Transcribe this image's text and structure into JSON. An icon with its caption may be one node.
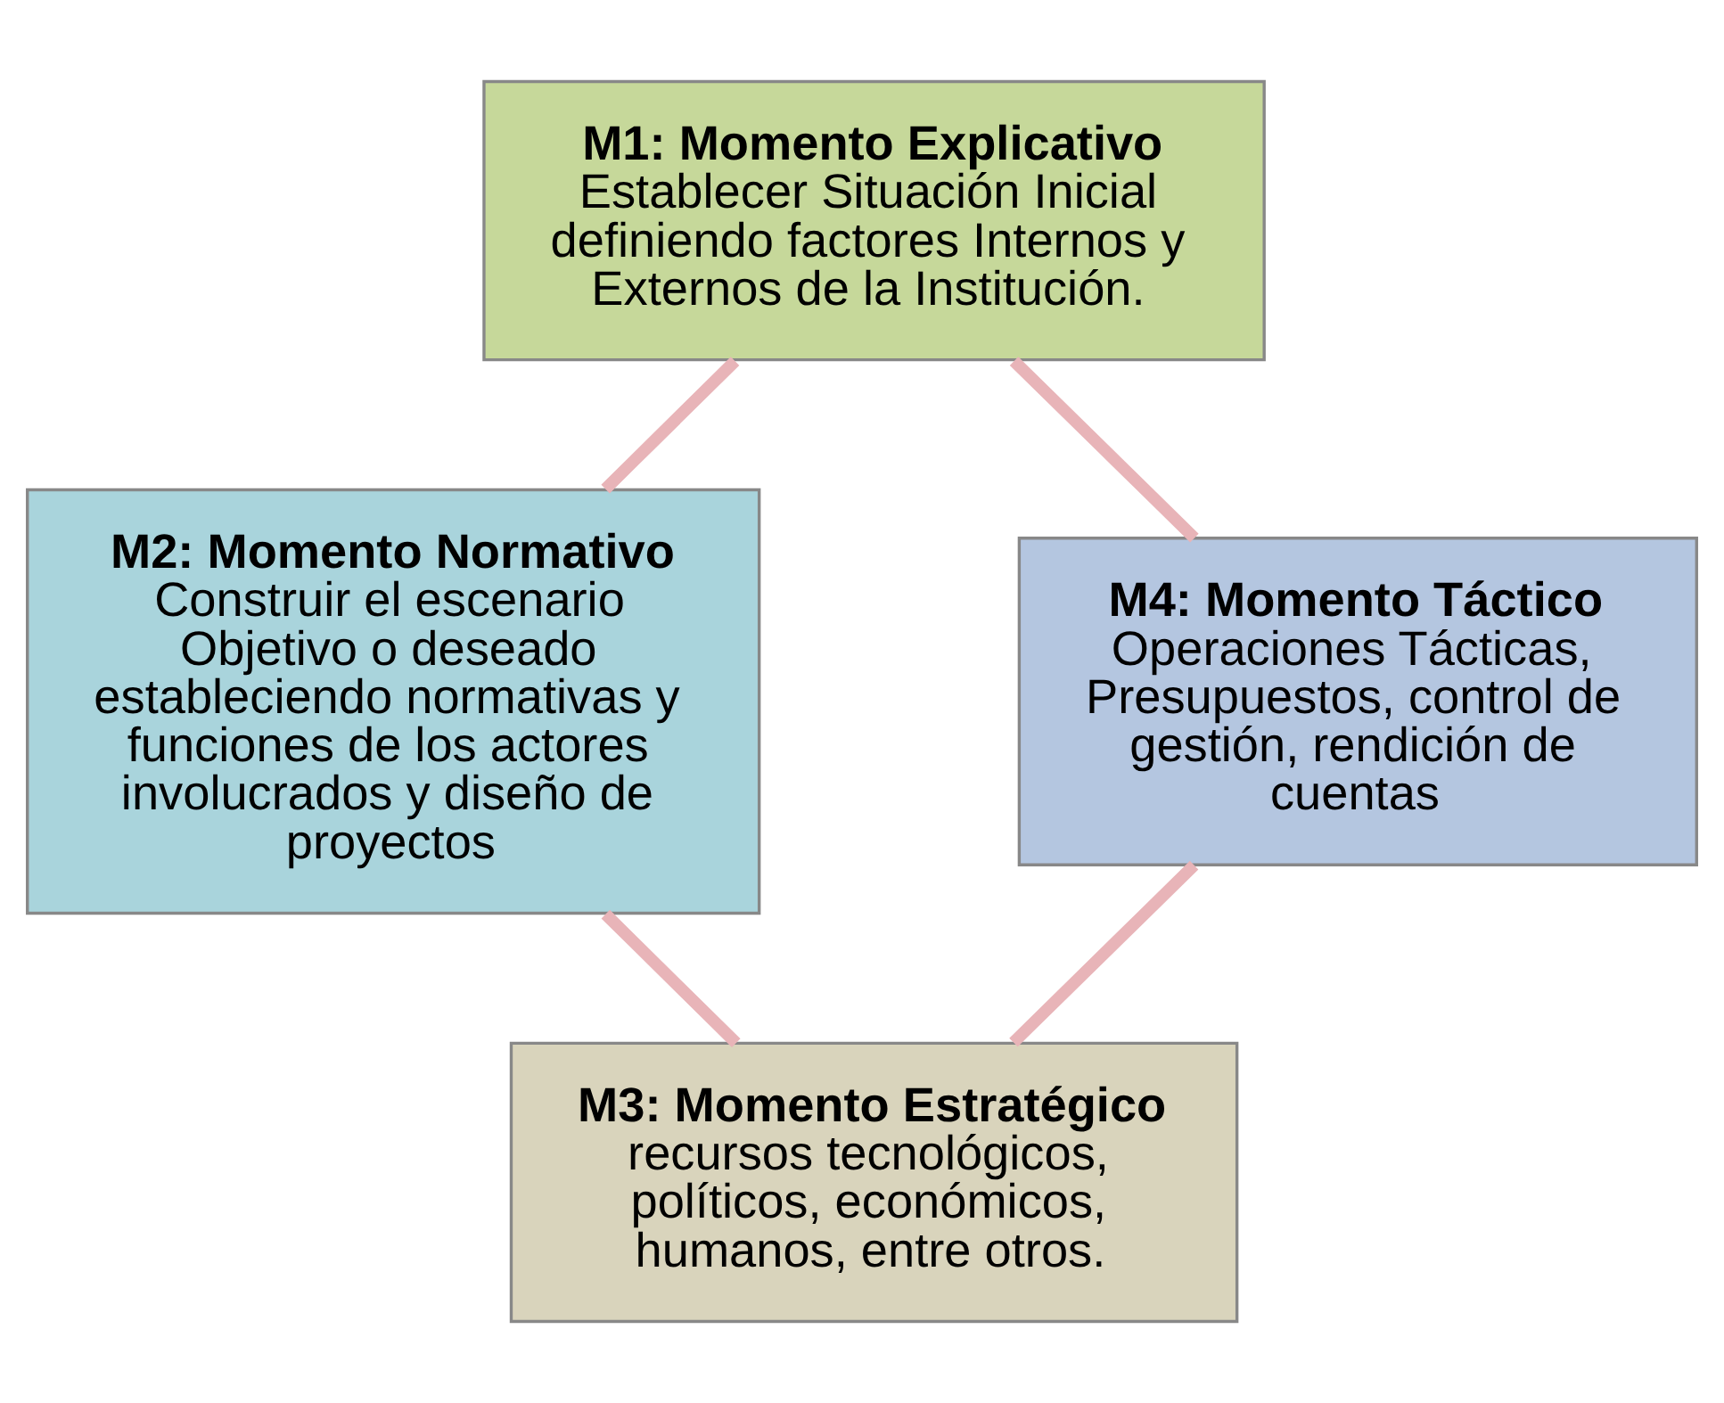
{
  "diagram": {
    "nodes": [
      {
        "text": [
          "M1: Momento Explicativo",
          "Establecer Situación Inicial definiendo factores Internos y Externos de la Institución."
        ]
      },
      {
        "text": [
          "M2: Momento Normativo",
          "Construir el escenario Objetivo o deseado estableciendo normativas y funciones de los actores involucrados y diseño de proyectos"
        ]
      },
      {
        "text": [
          "M3: Momento Estratégico",
          "recursos tecnológicos, políticos, económicos, humanos, entre otros."
        ]
      },
      {
        "text": [
          "M4: Momento Táctico",
          "Operaciones Tácticas, Presupuestos, control de gestión, rendición de cuentas"
        ]
      }
    ],
    "edges": [
      {
        "from": 0,
        "to": 1,
        "arrow": "none"
      },
      {
        "from": 1,
        "to": 2,
        "arrow": "none"
      },
      {
        "from": 2,
        "to": 3,
        "arrow": "none"
      },
      {
        "from": 3,
        "to": 0,
        "arrow": "none"
      }
    ]
  }
}
